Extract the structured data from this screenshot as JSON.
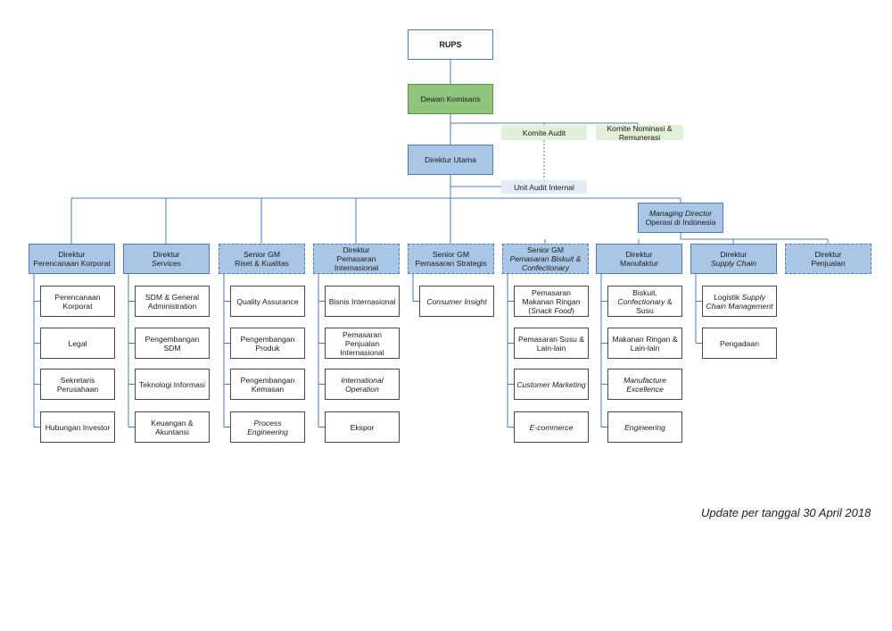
{
  "top": {
    "rups": "RUPS",
    "board": "Dewan Komisaris",
    "audit_committee": "Komite Audit",
    "nomination_committee": [
      "Komite Nominasi &",
      "Remunerasi"
    ],
    "president_director": "Direktur Utama",
    "internal_audit": "Unit Audit Internal",
    "managing_director": [
      "Managing Director",
      "Operasi di Indonesia"
    ]
  },
  "divisions": [
    {
      "title": [
        "Direktur",
        "Perencanaan Korporat"
      ],
      "italic": [
        false,
        false
      ],
      "dashed": false,
      "units": [
        [
          "Perencanaan",
          "Korporat"
        ],
        [
          "Legal"
        ],
        [
          "Sekretaris",
          "Perusahaan"
        ],
        [
          "Hubungan Investor"
        ]
      ],
      "units_italic": [
        false,
        false,
        false,
        false
      ]
    },
    {
      "title": [
        "Direktur",
        "Services"
      ],
      "italic": [
        false,
        true
      ],
      "dashed": false,
      "units": [
        [
          "SDM & General",
          "Administration"
        ],
        [
          "Pengembangan",
          "SDM"
        ],
        [
          "Teknologi Informasi"
        ],
        [
          "Keuangan &",
          "Akuntansi"
        ]
      ],
      "units_italic": [
        false,
        false,
        false,
        false
      ]
    },
    {
      "title": [
        "Senior GM",
        "Riset & Kualitas"
      ],
      "italic": [
        false,
        false
      ],
      "dashed": true,
      "units": [
        [
          "Quality Assurance"
        ],
        [
          "Pengembangan",
          "Produk"
        ],
        [
          "Pengembangan",
          "Kemasan"
        ],
        [
          "Process Engineering"
        ]
      ],
      "units_italic": [
        false,
        false,
        false,
        true
      ]
    },
    {
      "title": [
        "Direktur",
        "Pemasaran Internasional"
      ],
      "italic": [
        false,
        false
      ],
      "dashed": true,
      "units": [
        [
          "Bisnis Internasional"
        ],
        [
          "Pemasaran",
          "Penjualan",
          "Internasional"
        ],
        [
          "International",
          "Operation"
        ],
        [
          "Ekspor"
        ]
      ],
      "units_italic": [
        false,
        false,
        true,
        false
      ]
    },
    {
      "title": [
        "Senior GM",
        "Pemasaran Strategis"
      ],
      "italic": [
        false,
        false
      ],
      "dashed": true,
      "units": [
        [
          "Consumer Insight"
        ]
      ],
      "units_italic": [
        true
      ]
    },
    {
      "title": [
        "Senior GM",
        "Pemasaran Biskuit &",
        "Confectionary"
      ],
      "italic": [
        false,
        true,
        true
      ],
      "dashed": true,
      "units": [
        [
          "Pemasaran",
          "Makanan Ringan",
          "(Snack Food)"
        ],
        [
          "Pemasaran Susu &",
          "Lain-lain"
        ],
        [
          "Customer Marketing"
        ],
        [
          "E-commerce"
        ]
      ],
      "units_italic": [
        false,
        false,
        true,
        true
      ]
    },
    {
      "title": [
        "Direktur",
        "Manufaktur"
      ],
      "italic": [
        false,
        false
      ],
      "dashed": false,
      "units": [
        [
          "Biskuit,",
          "Confectionary &",
          "Susu"
        ],
        [
          "Makanan Ringan &",
          "Lain-lain"
        ],
        [
          "Manufacture",
          "Excellence"
        ],
        [
          "Engineering"
        ]
      ],
      "units_italic": [
        false,
        false,
        true,
        true
      ]
    },
    {
      "title": [
        "Direktur",
        "Supply Chain"
      ],
      "italic": [
        false,
        true
      ],
      "dashed": false,
      "units": [
        [
          "Logistik Supply",
          "Chain Management"
        ],
        [
          "Pengadaan"
        ]
      ],
      "units_italic": [
        false,
        false
      ]
    },
    {
      "title": [
        "Direktur",
        "Penjualan"
      ],
      "italic": [
        false,
        false
      ],
      "dashed": true,
      "units": [],
      "units_italic": []
    }
  ],
  "footer": "Update per tanggal 30 April 2018"
}
